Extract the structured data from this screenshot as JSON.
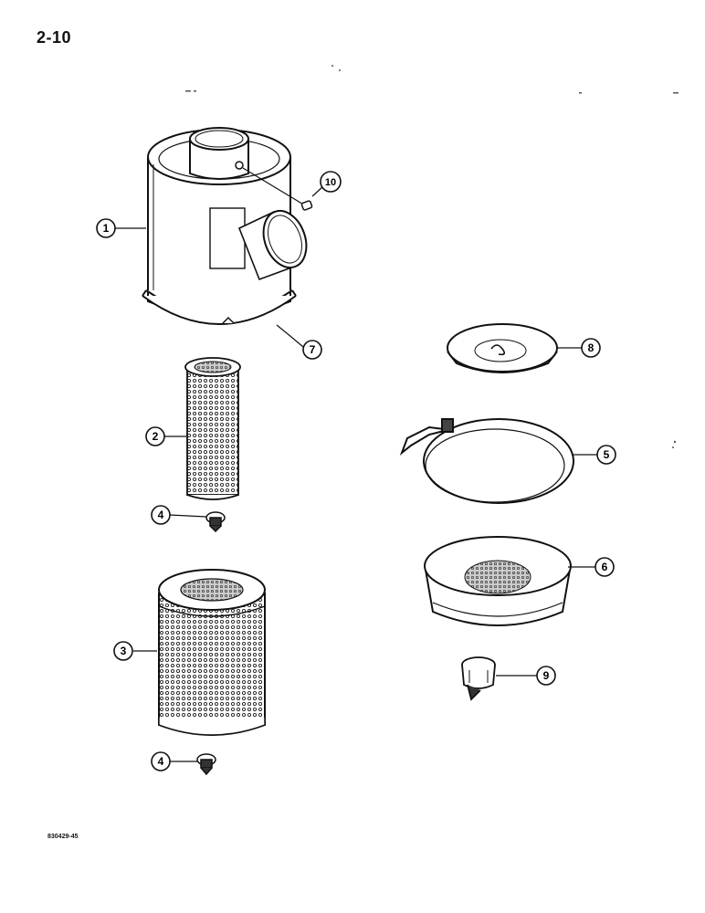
{
  "page_number": "2-10",
  "figure_code": "830429-45",
  "callouts": [
    {
      "id": "c1",
      "label": "1"
    },
    {
      "id": "c2",
      "label": "2"
    },
    {
      "id": "c3",
      "label": "3"
    },
    {
      "id": "c4a",
      "label": "4"
    },
    {
      "id": "c4b",
      "label": "4"
    },
    {
      "id": "c5",
      "label": "5"
    },
    {
      "id": "c6",
      "label": "6"
    },
    {
      "id": "c7",
      "label": "7"
    },
    {
      "id": "c8",
      "label": "8"
    },
    {
      "id": "c9",
      "label": "9"
    },
    {
      "id": "c10",
      "label": "10"
    }
  ]
}
